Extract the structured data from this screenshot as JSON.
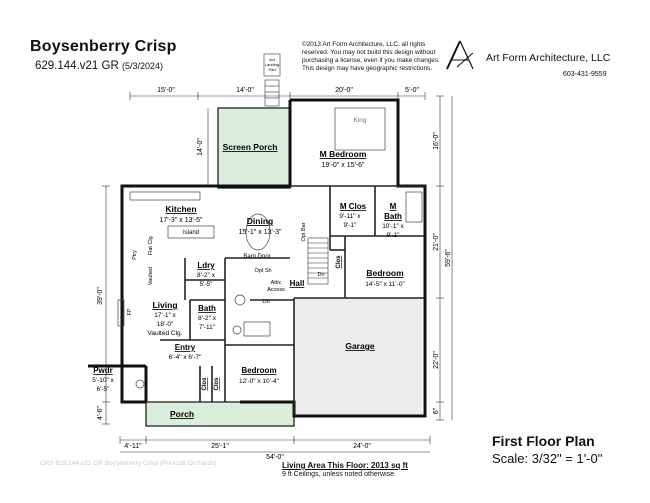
{
  "sheet": {
    "title": "Boysenberry Crisp",
    "plan_id": "629.144.v21 GR",
    "plan_date": "(5/3/2024)",
    "copyright_lines": [
      "©2013 Art Form Architecture, LLC, all rights",
      "reserved. You may not build this design without",
      "purchasing a license, even if you make changes.",
      "This design may have geographic restrictions."
    ],
    "firm_name": "Art Form Architecture, LLC",
    "firm_phone": "603-431-9559",
    "sheet_title": "First Floor Plan",
    "scale": "Scale: 3/32\" = 1'-0\"",
    "living_area": "Living Area This Floor: 2013 sq ft",
    "ceilings": "9 ft Ceilings, unless noted otherwise",
    "watermark": "CRS 629.144.v21 GR Boysenberry Crisp (Prescott Orchards)"
  },
  "rooms": {
    "screen_porch": {
      "name": "Screen Porch"
    },
    "m_bedroom": {
      "name": "M Bedroom",
      "size": "19'-0\" x 15'-6\"",
      "bed": "King"
    },
    "kitchen": {
      "name": "Kitchen",
      "size": "17'-3\" x 13'-5\"",
      "island": "Island"
    },
    "dining": {
      "name": "Dining",
      "size": "15'-1\" x 13'-3\""
    },
    "m_clos": {
      "name": "M Clos",
      "size": "9'-11\" x",
      "size2": "9'-1\""
    },
    "m_bath": {
      "name": "M",
      "name2": "Bath",
      "size": "10'-1\" x",
      "size2": "9'-1\""
    },
    "ldry": {
      "name": "Ldry",
      "size": "8'-2\" x",
      "size2": "5'-5\""
    },
    "living": {
      "name": "Living",
      "size": "17'-1\" x",
      "size2": "18'-0\"",
      "note": "Vaulted Clg."
    },
    "bath": {
      "name": "Bath",
      "size": "8'-2\" x",
      "size2": "7'-11\""
    },
    "entry": {
      "name": "Entry",
      "size": "6'-4\" x 6'-7\""
    },
    "pwdr": {
      "name": "Pwdr",
      "size": "5'-10\" x",
      "size2": "6'-5\""
    },
    "bedroom_lower": {
      "name": "Bedroom",
      "size": "12'-0\" x 10'-4\""
    },
    "bedroom_right": {
      "name": "Bedroom",
      "size": "14'-5\" x 11'-0\""
    },
    "garage": {
      "name": "Garage"
    },
    "porch": {
      "name": "Porch"
    },
    "hall": {
      "name": "Hall"
    }
  },
  "small_labels": {
    "landing_pad": [
      "4x4",
      "Landing",
      "Pad"
    ],
    "pantry": "Ptry",
    "flat_clg": "Flat Clg.",
    "vaulted": "Vaulted",
    "fp": "FP",
    "barn_door": "Barn Door",
    "opt_sh": "Opt Sh",
    "lin": "Lin",
    "attic_access": [
      "Attic",
      "Access"
    ],
    "dn": "Dn",
    "opt_bar": "Opt Bar",
    "clos_right": "Clos",
    "clos_a": "Clos",
    "clos_b": "Clos"
  },
  "dimensions": {
    "top": [
      "15'-0\"",
      "14'-0\"",
      "20'-0\"",
      "5'-0\""
    ],
    "bottom": [
      "4'-11\"",
      "25'-1\"",
      "24'-0\""
    ],
    "overall_bottom": "54'-0\"",
    "left": [
      "14'-0\"",
      "39'-0\"",
      "4'-6\""
    ],
    "right": [
      "16'-0\"",
      "21'-0\"",
      "22'-0\"",
      "6\""
    ],
    "overall_right": "59'-6\""
  }
}
